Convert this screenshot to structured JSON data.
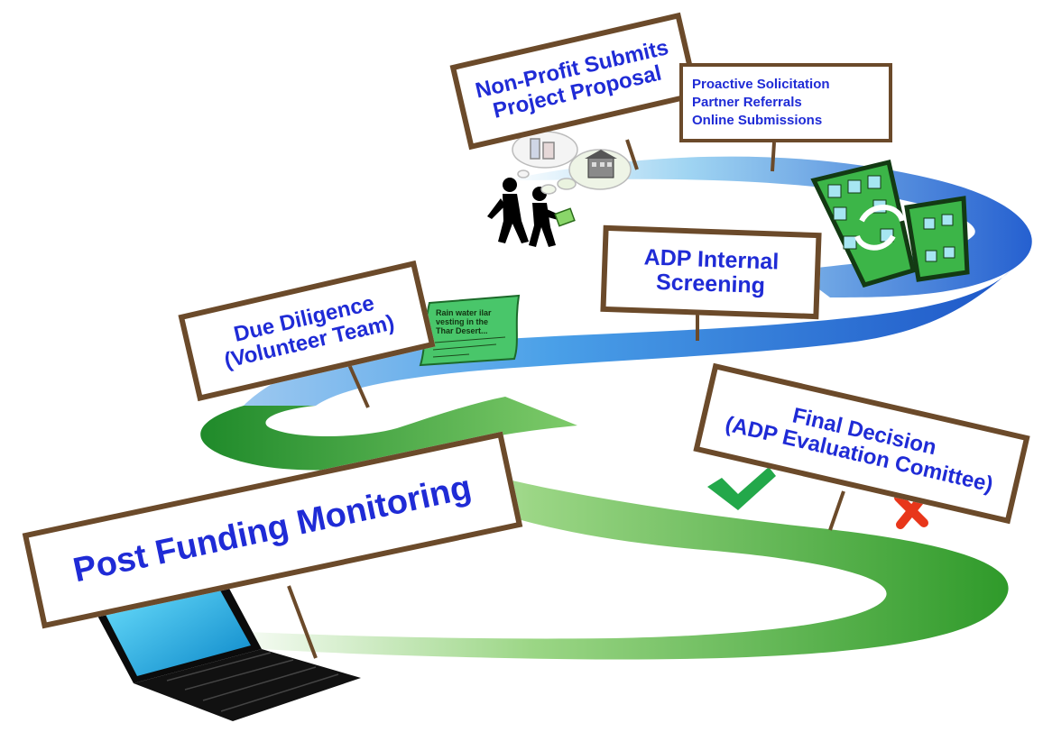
{
  "signs": {
    "non_profit": {
      "line1": "Non-Profit Submits",
      "line2": "Project Proposal"
    },
    "sources": {
      "line1": "Proactive Solicitation",
      "line2": "Partner Referrals",
      "line3": "Online Submissions"
    },
    "screening": {
      "line1": "ADP Internal",
      "line2": "Screening"
    },
    "due_diligence": {
      "line1": "Due Diligence",
      "line2": "(Volunteer Team)"
    },
    "final_decision": {
      "line1": "Final Decision",
      "line2": "(ADP Evaluation Comittee)"
    },
    "monitoring": {
      "line1": "Post Funding Monitoring"
    }
  },
  "report": {
    "line1": "Rain water ilar",
    "line2": "vesting in the",
    "line3": "Thar Desert..."
  },
  "colors": {
    "sign_text": "#1f2bd6",
    "sign_border": "#6b4a2a",
    "path_blue": "#2f6fd6",
    "path_green": "#3f9e2f",
    "check": "#23a84a",
    "cross": "#e8361a"
  },
  "icons": [
    "people-walking-icon",
    "thought-bubble-icon",
    "building-icon",
    "report-document-icon",
    "checkmark-icon",
    "cross-icon",
    "laptop-icon"
  ]
}
